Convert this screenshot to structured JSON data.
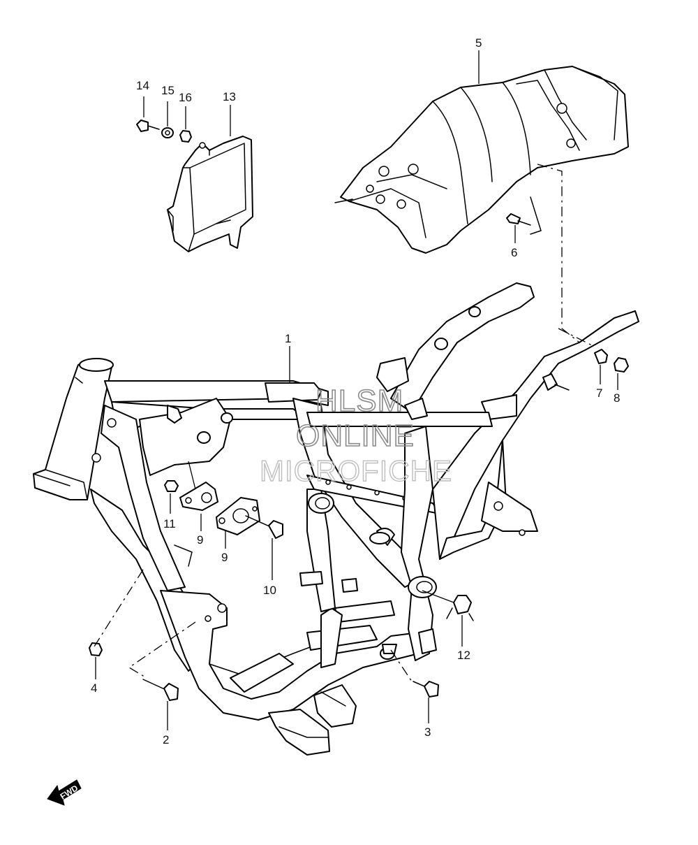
{
  "callouts": [
    "1",
    "2",
    "3",
    "4",
    "5",
    "6",
    "7",
    "8",
    "9",
    "9",
    "10",
    "11",
    "12",
    "13",
    "14",
    "15",
    "16"
  ],
  "watermark": {
    "line1": "HLSM",
    "line2": "ONLINE",
    "line3": "MICROFICHE"
  },
  "direction_label": "FWD",
  "colors": {
    "line": "#000000",
    "background": "#ffffff",
    "watermark": "#9a9a9a"
  }
}
